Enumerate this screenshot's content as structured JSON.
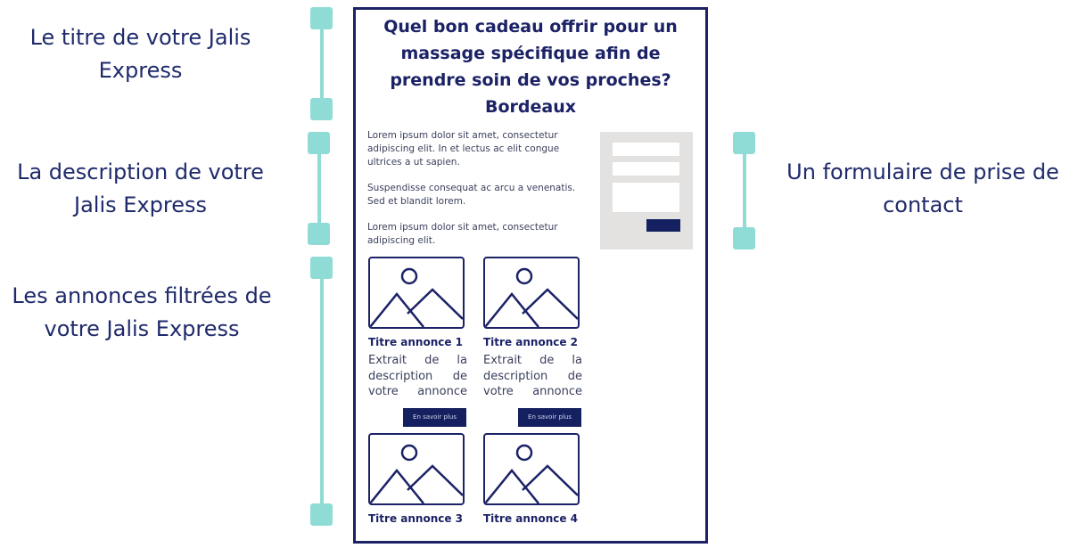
{
  "annotations": {
    "title": "Le titre de votre Jalis Express",
    "description": "La description de votre Jalis Express",
    "listings": "Les annonces filtrées de votre Jalis Express",
    "form": "Un formulaire de prise de contact"
  },
  "colors": {
    "navy": "#1b2266",
    "teal": "#8fdcd6",
    "form_bg": "#e4e2e0"
  },
  "page": {
    "title": "Quel bon cadeau offrir pour un massage spécifique afin de prendre soin de vos proches? Bordeaux",
    "paragraphs": [
      "Lorem ipsum dolor sit amet, consectetur adipiscing elit. In et lectus ac elit congue ultrices a ut sapien.",
      "Suspendisse consequat ac arcu a venenatis. Sed et blandit lorem.",
      "Lorem ipsum dolor sit amet, consectetur adipiscing elit."
    ],
    "cards": [
      {
        "title": "Titre annonce 1",
        "excerpt": "Extrait de la description de votre annonce",
        "button": "En savoir plus"
      },
      {
        "title": "Titre annonce 2",
        "excerpt": "Extrait de la description de votre annonce",
        "button": "En savoir plus"
      },
      {
        "title": "Titre annonce 3"
      },
      {
        "title": "Titre annonce 4"
      }
    ]
  }
}
